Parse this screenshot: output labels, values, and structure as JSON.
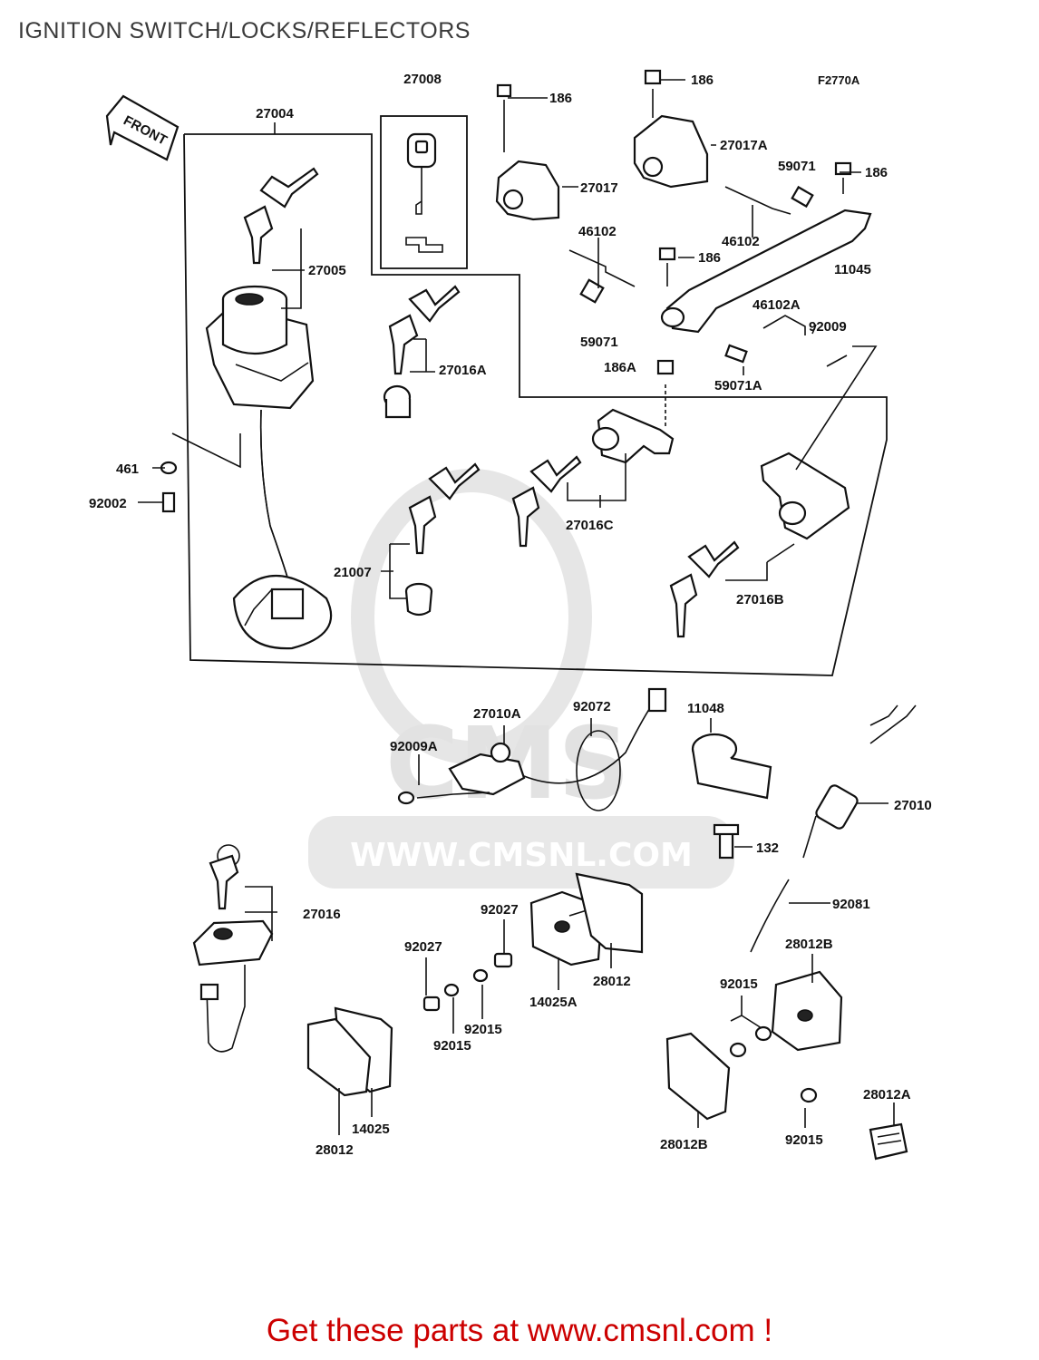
{
  "title": "IGNITION SWITCH/LOCKS/REFLECTORS",
  "figure_code": "F2770A",
  "front_arrow_label": "FRONT",
  "watermark_url": "WWW.CMSNL.COM",
  "watermark_logo": "CMS",
  "footer": "Get these parts at www.cmsnl.com !",
  "callouts": [
    {
      "text": "27008"
    },
    {
      "text": "186"
    },
    {
      "text": "186"
    },
    {
      "text": "F2770A"
    },
    {
      "text": "27004"
    },
    {
      "text": "27017A"
    },
    {
      "text": "59071"
    },
    {
      "text": "186"
    },
    {
      "text": "27017"
    },
    {
      "text": "46102"
    },
    {
      "text": "46102"
    },
    {
      "text": "11045"
    },
    {
      "text": "186"
    },
    {
      "text": "27005"
    },
    {
      "text": "46102A"
    },
    {
      "text": "92009"
    },
    {
      "text": "59071"
    },
    {
      "text": "27016A"
    },
    {
      "text": "186A"
    },
    {
      "text": "59071A"
    },
    {
      "text": "461"
    },
    {
      "text": "92002"
    },
    {
      "text": "27016C"
    },
    {
      "text": "21007"
    },
    {
      "text": "27016B"
    },
    {
      "text": "27010A"
    },
    {
      "text": "92072"
    },
    {
      "text": "11048"
    },
    {
      "text": "92009A"
    },
    {
      "text": "27010"
    },
    {
      "text": "132"
    },
    {
      "text": "92081"
    },
    {
      "text": "27016"
    },
    {
      "text": "92027"
    },
    {
      "text": "92027"
    },
    {
      "text": "28012B"
    },
    {
      "text": "28012"
    },
    {
      "text": "14025A"
    },
    {
      "text": "92015"
    },
    {
      "text": "92015"
    },
    {
      "text": "92015"
    },
    {
      "text": "28012A"
    },
    {
      "text": "14025"
    },
    {
      "text": "28012"
    },
    {
      "text": "28012B"
    },
    {
      "text": "92015"
    }
  ]
}
